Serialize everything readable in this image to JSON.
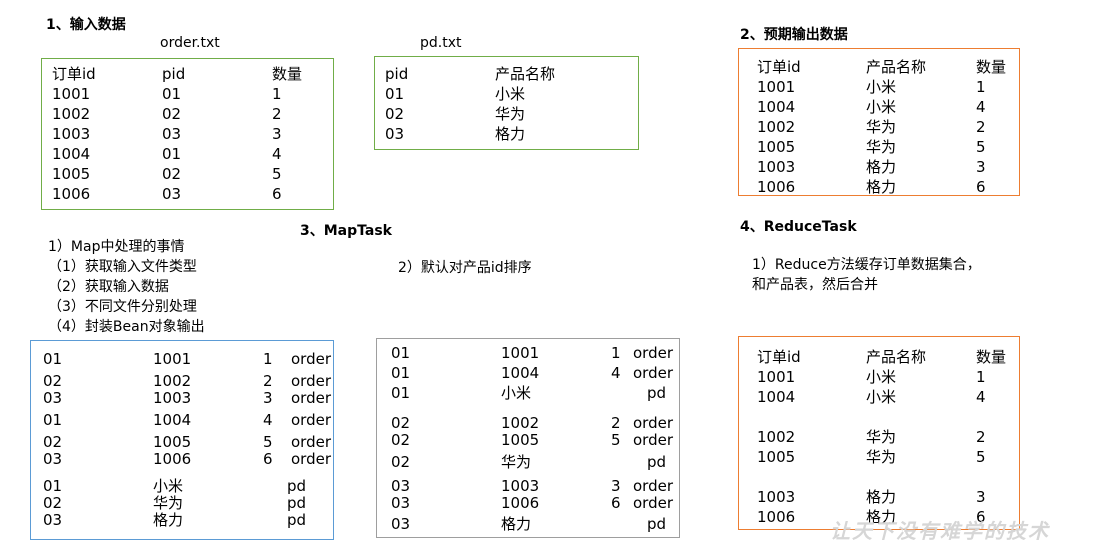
{
  "headings": {
    "input": "1、输入数据",
    "expected": "2、预期输出数据",
    "maptask": "3、MapTask",
    "reducetask": "4、ReduceTask"
  },
  "file_labels": {
    "order": "order.txt",
    "pd": "pd.txt"
  },
  "order_table": {
    "headers": [
      "订单id",
      "pid",
      "数量"
    ],
    "rows": [
      [
        "1001",
        "01",
        "1"
      ],
      [
        "1002",
        "02",
        "2"
      ],
      [
        "1003",
        "03",
        "3"
      ],
      [
        "1004",
        "01",
        "4"
      ],
      [
        "1005",
        "02",
        "5"
      ],
      [
        "1006",
        "03",
        "6"
      ]
    ]
  },
  "pd_table": {
    "headers": [
      "pid",
      "产品名称"
    ],
    "rows": [
      [
        "01",
        "小米"
      ],
      [
        "02",
        "华为"
      ],
      [
        "03",
        "格力"
      ]
    ]
  },
  "expected_table": {
    "headers": [
      "订单id",
      "产品名称",
      "数量"
    ],
    "rows": [
      [
        "1001",
        "小米",
        "1"
      ],
      [
        "1004",
        "小米",
        "4"
      ],
      [
        "1002",
        "华为",
        "2"
      ],
      [
        "1005",
        "华为",
        "5"
      ],
      [
        "1003",
        "格力",
        "3"
      ],
      [
        "1006",
        "格力",
        "6"
      ]
    ]
  },
  "map_notes": [
    "1）Map中处理的事情",
    "（1）获取输入文件类型",
    "（2）获取输入数据",
    "（3）不同文件分别处理",
    "（4）封装Bean对象输出"
  ],
  "sort_note": "2）默认对产品id排序",
  "reduce_notes": [
    "1）Reduce方法缓存订单数据集合，",
    "和产品表，然后合并"
  ],
  "map_output": [
    [
      "01",
      "1001",
      "1",
      "order"
    ],
    [
      "02",
      "1002",
      "2",
      "order"
    ],
    [
      "03",
      "1003",
      "3",
      "order"
    ],
    [
      "01",
      "1004",
      "4",
      "order"
    ],
    [
      "02",
      "1005",
      "5",
      "order"
    ],
    [
      "03",
      "1006",
      "6",
      "order"
    ],
    [
      "01",
      "小米",
      "",
      "pd"
    ],
    [
      "02",
      "华为",
      "",
      "pd"
    ],
    [
      "03",
      "格力",
      "",
      "pd"
    ]
  ],
  "sorted_output": [
    [
      "01",
      "1001",
      "1",
      "order"
    ],
    [
      "01",
      "1004",
      "4",
      "order"
    ],
    [
      "01",
      "小米",
      "",
      "pd"
    ],
    [
      "02",
      "1002",
      "2",
      "order"
    ],
    [
      "02",
      "1005",
      "5",
      "order"
    ],
    [
      "02",
      "华为",
      "",
      "pd"
    ],
    [
      "03",
      "1003",
      "3",
      "order"
    ],
    [
      "03",
      "1006",
      "6",
      "order"
    ],
    [
      "03",
      "格力",
      "",
      "pd"
    ]
  ],
  "reduce_table": {
    "headers": [
      "订单id",
      "产品名称",
      "数量"
    ],
    "rows": [
      [
        "1001",
        "小米",
        "1"
      ],
      [
        "1004",
        "小米",
        "4"
      ],
      [
        "1002",
        "华为",
        "2"
      ],
      [
        "1005",
        "华为",
        "5"
      ],
      [
        "1003",
        "格力",
        "3"
      ],
      [
        "1006",
        "格力",
        "6"
      ]
    ]
  },
  "watermark": "让天下没有难学的技术",
  "colors": {
    "input_border": "#70ad47",
    "expected_border": "#ed7d31",
    "map_border": "#5b9bd5",
    "sort_border": "#9e9e9e"
  }
}
